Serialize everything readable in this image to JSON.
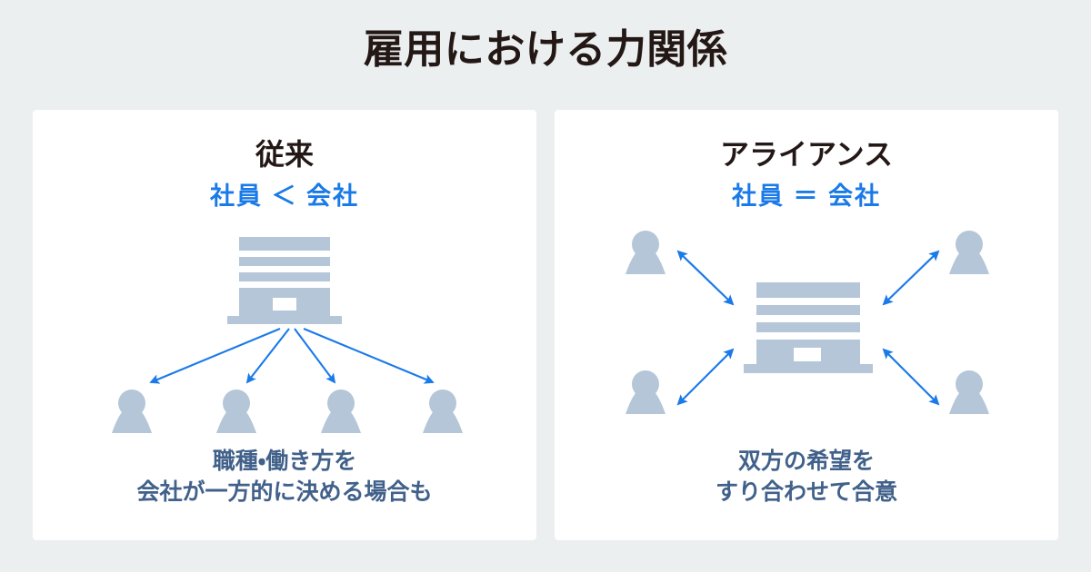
{
  "page": {
    "title": "雇用における力関係",
    "background_color": "#eceff0"
  },
  "colors": {
    "title_text": "#231815",
    "accent_blue": "#1a7ae8",
    "caption_text": "#41618a",
    "figure_gray": "#b4c6d7",
    "panel_background": "#ffffff"
  },
  "panels": [
    {
      "id": "traditional",
      "heading": "従来",
      "subheading": "社員 ＜ 会社",
      "caption": "職種・働き方を\n会社が一方的に決める場合も",
      "diagram": {
        "type": "hierarchy-top-down",
        "arrow_style": "single-headed",
        "arrow_direction": "company-to-employees",
        "company_icon": "building-icon",
        "person_icon": "person-icon",
        "person_count": 4
      }
    },
    {
      "id": "alliance",
      "heading": "アライアンス",
      "subheading": "社員 ＝ 会社",
      "caption": "双方の希望を\nすり合わせて合意",
      "diagram": {
        "type": "radial-peer",
        "arrow_style": "double-headed",
        "arrow_direction": "bidirectional",
        "company_icon": "building-icon",
        "person_icon": "person-icon",
        "person_count": 4
      }
    }
  ]
}
